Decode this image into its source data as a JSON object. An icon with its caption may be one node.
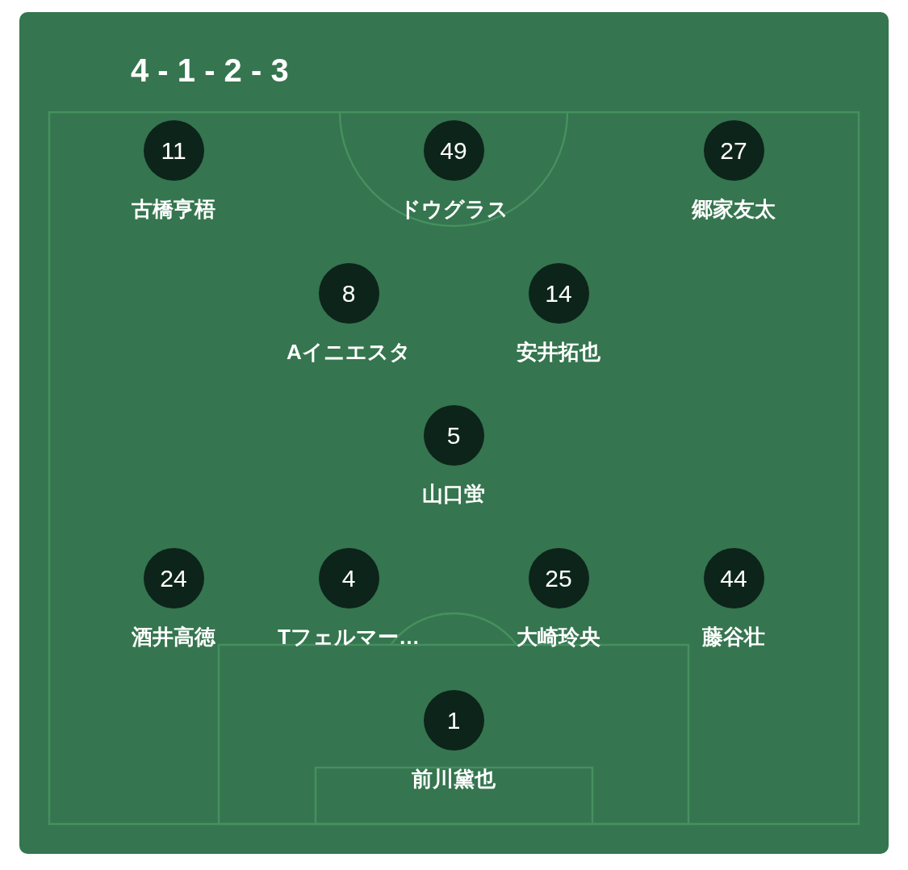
{
  "diagram": {
    "title": "4 - 1 - 2 - 3",
    "nodes": [
      {
        "text": [
          "11"
        ],
        "beside": [
          "古橋亨梧"
        ]
      },
      {
        "text": [
          "49"
        ],
        "beside": [
          "ドウグラス"
        ]
      },
      {
        "text": [
          "27"
        ],
        "beside": [
          "郷家友太"
        ]
      },
      {
        "text": [
          "8"
        ],
        "beside": [
          "Aイニエスタ"
        ]
      },
      {
        "text": [
          "14"
        ],
        "beside": [
          "安井拓也"
        ]
      },
      {
        "text": [
          "5"
        ],
        "beside": [
          "山口蛍"
        ]
      },
      {
        "text": [
          "24"
        ],
        "beside": [
          "酒井高徳"
        ]
      },
      {
        "text": [
          "4"
        ],
        "beside": [
          "Tフェルマー…"
        ]
      },
      {
        "text": [
          "25"
        ],
        "beside": [
          "大崎玲央"
        ]
      },
      {
        "text": [
          "44"
        ],
        "beside": [
          "藤谷壮"
        ]
      },
      {
        "text": [
          "1"
        ],
        "beside": [
          "前川黛也"
        ]
      }
    ]
  }
}
